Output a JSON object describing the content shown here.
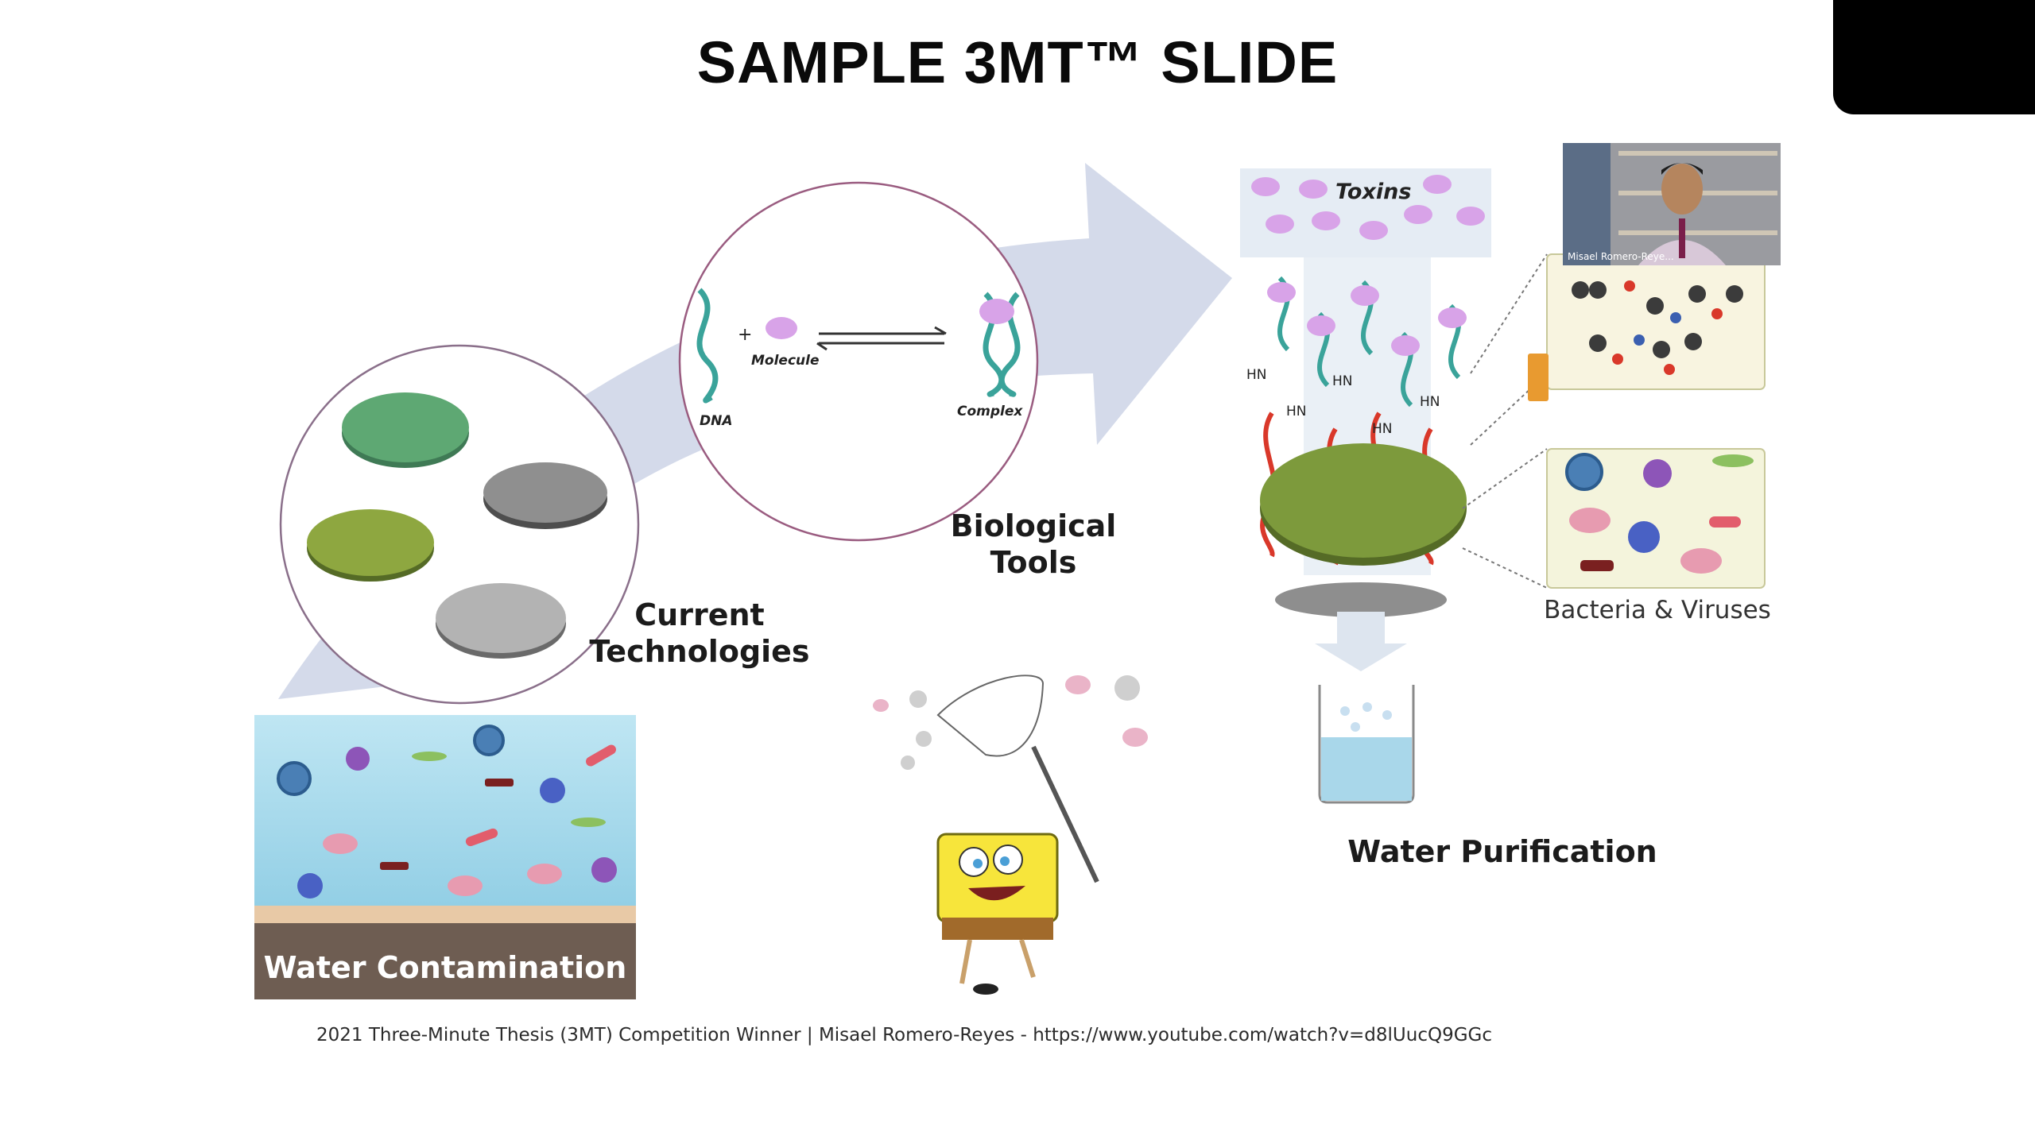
{
  "slide": {
    "title": "SAMPLE 3MT™ SLIDE",
    "labels": {
      "current_technologies": "Current Technologies",
      "biological_tools": "Biological Tools",
      "water_purification": "Water Purification",
      "water_contamination": "Water Contamination",
      "bacteria_viruses": "Bacteria & Viruses",
      "toxins": "Toxins",
      "dna": "DNA",
      "molecule": "Molecule",
      "complex": "Complex",
      "hn": "HN"
    },
    "footer": "2021 Three-Minute Thesis (3MT) Competition Winner | Misael Romero-Reyes - https://www.youtube.com/watch?v=d8lUucQ9GGc"
  },
  "video": {
    "participant_name": "Misael Romero-Reye..."
  },
  "colors": {
    "arrow": "#cdd4e6",
    "circle_outline": "#8a6f8a",
    "dna_teal": "#3aa39a",
    "toxin_pink": "#d8a3e8",
    "linker_red": "#d9382a",
    "water_blue": "#9fd6ea",
    "filter_green": "#6f8f3c"
  }
}
